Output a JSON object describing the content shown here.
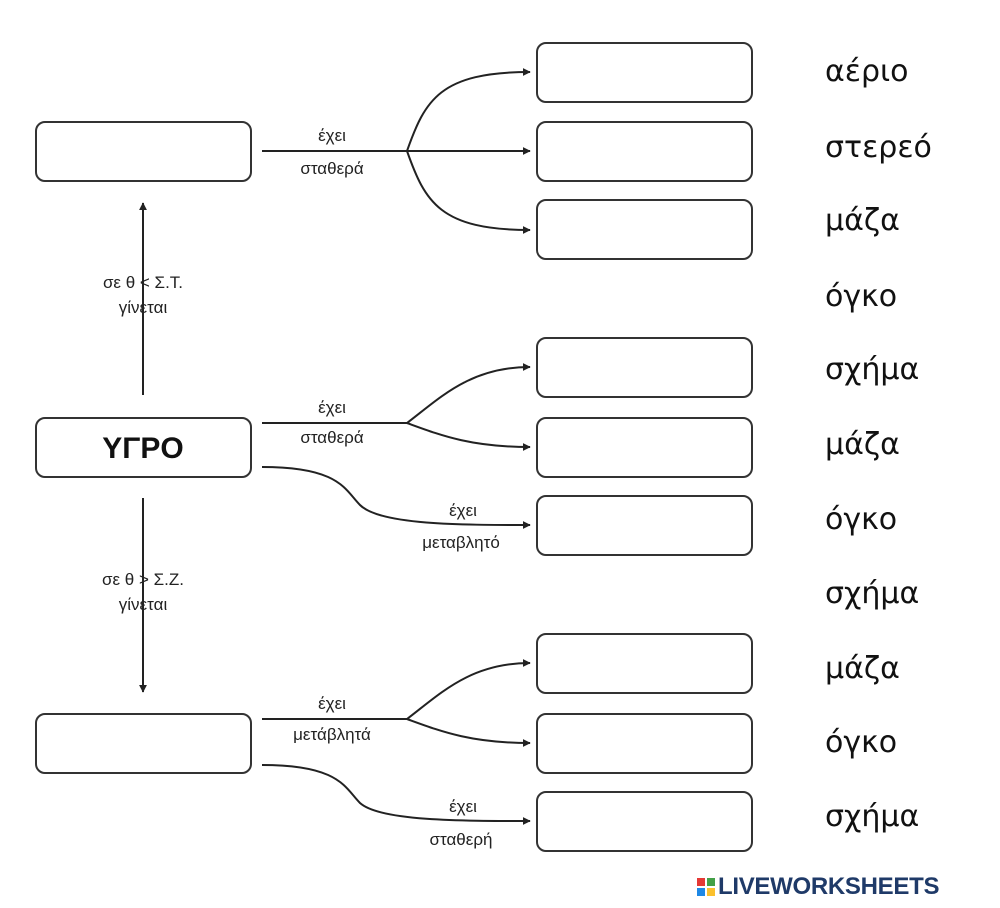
{
  "center_box": {
    "label": "ΥΓΡΟ"
  },
  "top_branch": {
    "line1": "σε θ < Σ.Τ.",
    "line2": "γίνεται"
  },
  "bottom_branch": {
    "line1": "σε θ > Σ.Ζ.",
    "line2": "γίνεται"
  },
  "edge_labels": {
    "top_has": "έχει",
    "top_fixed": "σταθερά",
    "mid_has": "έχει",
    "mid_fixed": "σταθερά",
    "mid2_has": "έχει",
    "mid2_variable": "μεταβλητό",
    "bot_has": "έχει",
    "bot_variable": "μετάβλητά",
    "bot2_has": "έχει",
    "bot2_fixed": "σταθερή"
  },
  "word_bank": [
    "αέριο",
    "στερεό",
    "μάζα",
    "όγκο",
    "σχήμα",
    "μάζα",
    "όγκο",
    "σχήμα",
    "μάζα",
    "όγκο",
    "σχήμα"
  ],
  "branding": {
    "text": "LIVEWORKSHEETS",
    "colors": [
      "#e53935",
      "#43a047",
      "#1e88e5",
      "#fbc02d"
    ]
  }
}
